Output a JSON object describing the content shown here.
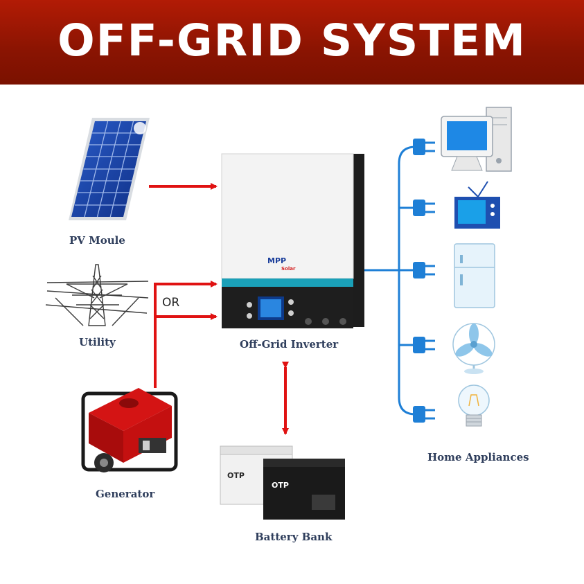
{
  "title": "OFF-GRID SYSTEM",
  "labels": {
    "pv": "PV Moule",
    "utility": "Utility",
    "generator": "Generator",
    "inverter": "Off-Grid Inverter",
    "battery": "Battery Bank",
    "appliances": "Home Appliances",
    "or": "OR"
  },
  "inverter_brand": {
    "line1": "MPP",
    "line2": "Solar"
  },
  "battery_brand": "OTP",
  "colors": {
    "header": "#8a1402",
    "arrow": "#e01212",
    "bus": "#1e7fd6",
    "label": "#2f3e5c"
  },
  "icons": [
    "solar-panel-icon",
    "power-tower-icon",
    "generator-icon",
    "inverter-icon",
    "battery-icon",
    "computer-icon",
    "tv-icon",
    "fridge-icon",
    "fan-icon",
    "bulb-icon",
    "plug-icon"
  ]
}
